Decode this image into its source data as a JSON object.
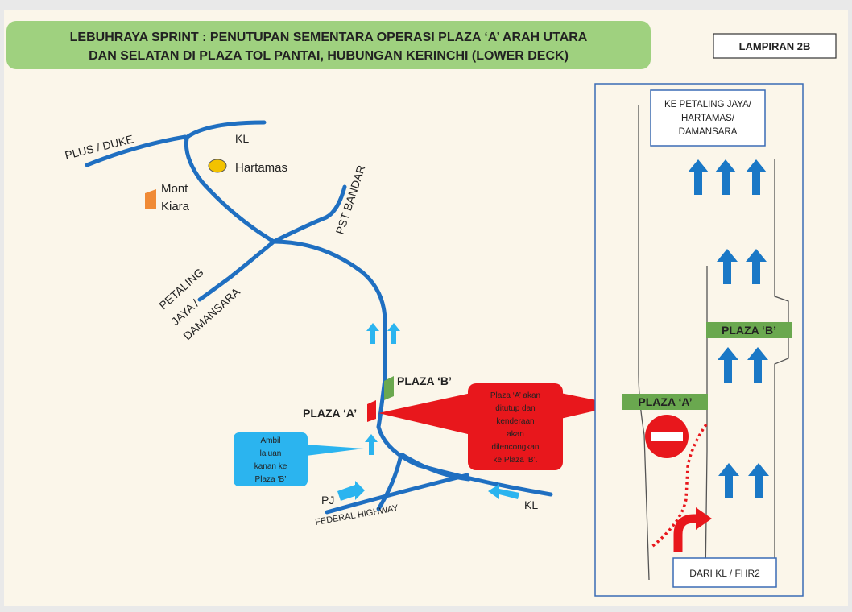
{
  "header": {
    "title_line1": "LEBUHRAYA SPRINT : PENUTUPAN SEMENTARA OPERASI PLAZA ‘A’ ARAH UTARA",
    "title_line2": "DAN SELATAN DI PLAZA TOL PANTAI, HUBUNGAN KERINCHI (LOWER DECK)",
    "lampiran": "LAMPIRAN 2B"
  },
  "map": {
    "plus_duke": "PLUS / DUKE",
    "kl_top": "KL",
    "hartamas": "Hartamas",
    "mont": "Mont",
    "kiara": "Kiara",
    "pst_bandar": "PST BANDAR",
    "pj_line1": "PETALING",
    "pj_line2": "JAYA /",
    "pj_line3": "DAMANSARA",
    "plaza_b": "PLAZA ‘B’",
    "plaza_a": "PLAZA ‘A’",
    "pj": "PJ",
    "kl_bottom": "KL",
    "federal_highway": "FEDERAL HIGHWAY",
    "callout_blue": [
      "Ambil",
      "laluan",
      "kanan ke",
      "Plaza ‘B’"
    ],
    "callout_red": [
      "Plaza ‘A’ akan",
      "ditutup dan",
      "kenderaan",
      "akan",
      "dilencongkan",
      "ke Plaza ‘B’."
    ]
  },
  "detail": {
    "top_box": [
      "KE PETALING JAYA/",
      "HARTAMAS/",
      "DAMANSARA"
    ],
    "plaza_b": "PLAZA ‘B’",
    "plaza_a": "PLAZA ‘A’",
    "bottom_box": "DARI KL / FHR2"
  },
  "colors": {
    "road": "#1f6fc1",
    "arrow_blue": "#1a78c6",
    "arrow_light": "#2bb4ef",
    "plaza_green": "#6aa84f",
    "closed_red": "#e8171c",
    "header_green": "#9fd17f",
    "hartamas_yellow": "#f2c200",
    "mont_kiara_orange": "#f08a35",
    "background": "#fbf6ea"
  }
}
